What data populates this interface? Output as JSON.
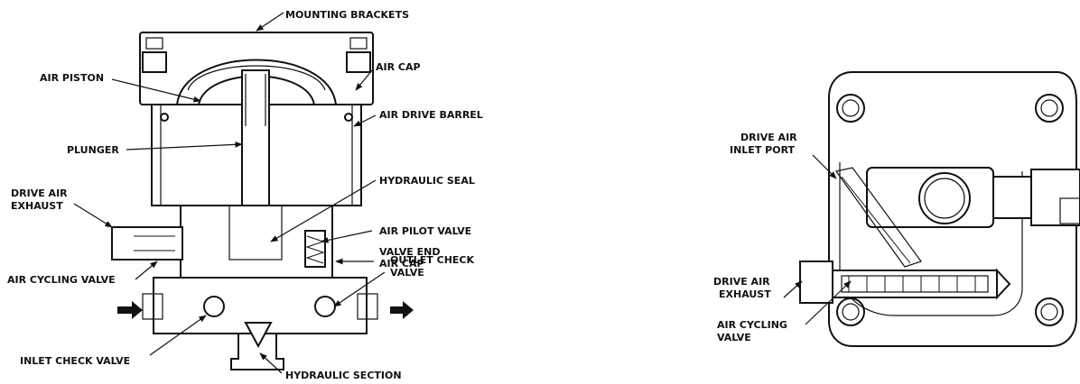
{
  "left_diagram": {
    "labels": {
      "mounting_brackets": "MOUNTING BRACKETS",
      "air_piston": "AIR PISTON",
      "air_cap": "AIR CAP",
      "air_drive_barrel": "AIR DRIVE BARREL",
      "plunger": "PLUNGER",
      "hydraulic_seal": "HYDRAULIC SEAL",
      "drive_air_exhaust_1": "DRIVE AIR",
      "drive_air_exhaust_2": "EXHAUST",
      "air_pilot_valve": "AIR PILOT VALVE",
      "valve_end_air_cap_1": "VALVE END",
      "valve_end_air_cap_2": "AIR CAP",
      "air_cycling_valve": "AIR CYCLING VALVE",
      "outlet_check_valve_1": "OUTLET CHECK",
      "outlet_check_valve_2": "VALVE",
      "inlet_check_valve": "INLET CHECK VALVE",
      "hydraulic_section": "HYDRAULIC SECTION"
    }
  },
  "right_diagram": {
    "labels": {
      "drive_air_inlet_port_1": "DRIVE AIR",
      "drive_air_inlet_port_2": "INLET PORT",
      "drive_air_exhaust_1": "DRIVE AIR",
      "drive_air_exhaust_2": "EXHAUST",
      "air_cycling_valve_1": "AIR CYCLING",
      "air_cycling_valve_2": "VALVE"
    }
  }
}
